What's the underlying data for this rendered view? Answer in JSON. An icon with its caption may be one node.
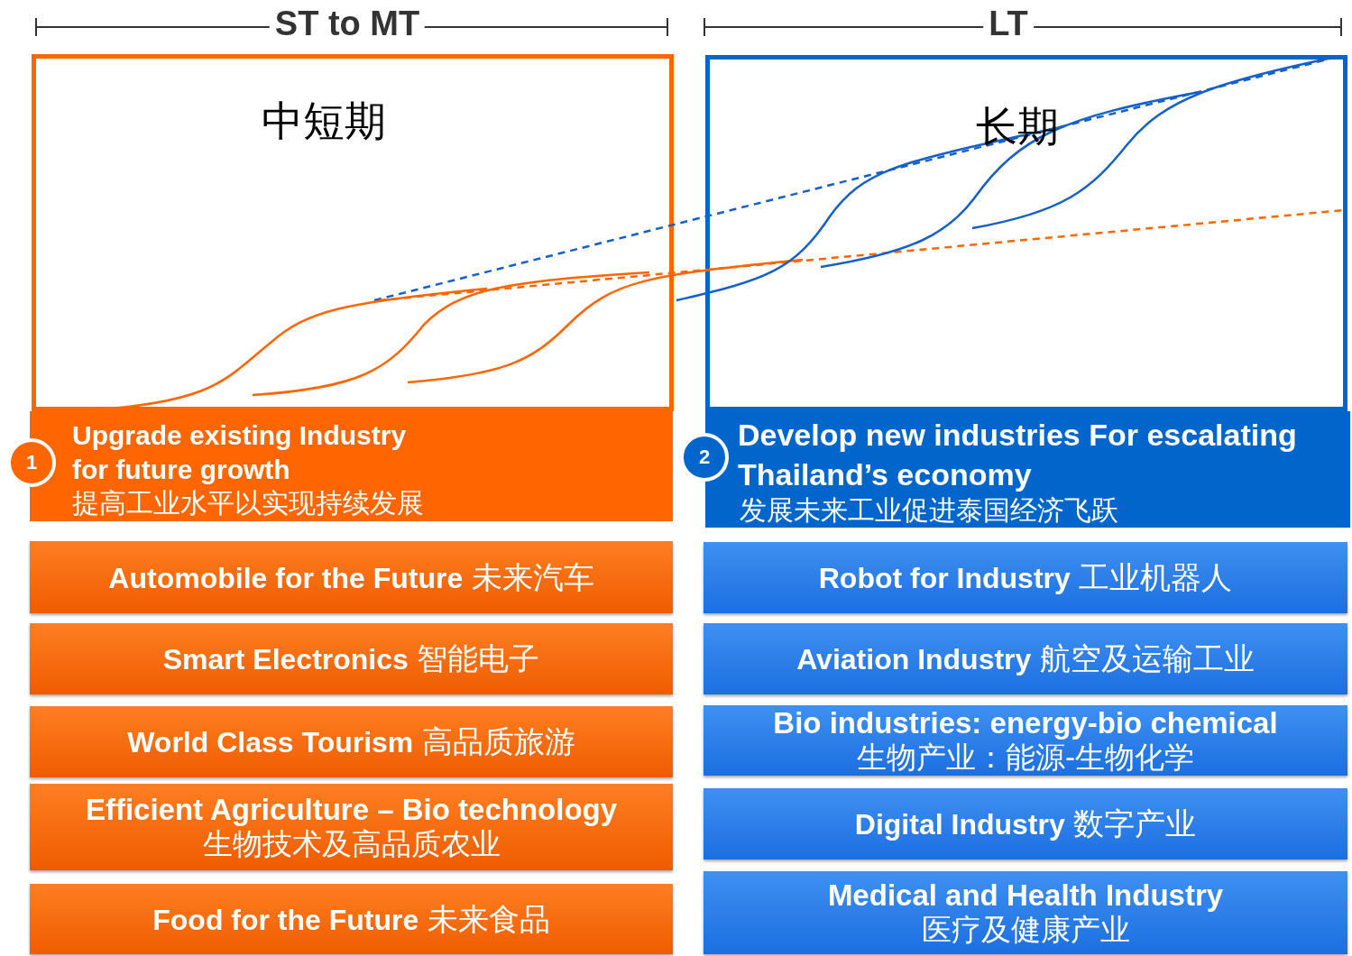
{
  "diagram": {
    "nodes": [
      {
        "text": [
          "中短期"
        ]
      },
      {
        "text": [
          "长期"
        ]
      },
      {
        "text": [
          "Upgrade existing Industry for future growth",
          "提高工业水平以实现持续发展"
        ]
      },
      {
        "text": [
          "1"
        ]
      },
      {
        "text": [
          "**Automobile for the Future** 未来汽车"
        ]
      },
      {
        "text": [
          "**Smart Electronics** 智能电子"
        ]
      },
      {
        "text": [
          "**World Class Tourism** 高品质旅游"
        ]
      },
      {
        "text": [
          "Efficient Agriculture – Bio technology",
          "生物技术及高品质农业"
        ]
      },
      {
        "text": [
          "**Food for the Future** 未来食品"
        ]
      },
      {
        "text": [
          "Develop new industries For escalating Thailand’s economy",
          "发展未来工业促进泰国经济飞跃"
        ]
      },
      {
        "text": [
          "2"
        ]
      },
      {
        "text": [
          "**Robot for Industry** 工业机器人"
        ]
      },
      {
        "text": [
          "**Aviation Industry** 航空及运输工业"
        ]
      },
      {
        "text": [
          "Bio industries: energy-bio chemical",
          "生物产业：能源-生物化学"
        ]
      },
      {
        "text": [
          "**Digital Industry** 数字产业"
        ]
      },
      {
        "text": [
          "Medical and Health Industry",
          "医疗及健康产业"
        ]
      }
    ],
    "labels": [
      "ST to MT",
      "LT"
    ]
  }
}
